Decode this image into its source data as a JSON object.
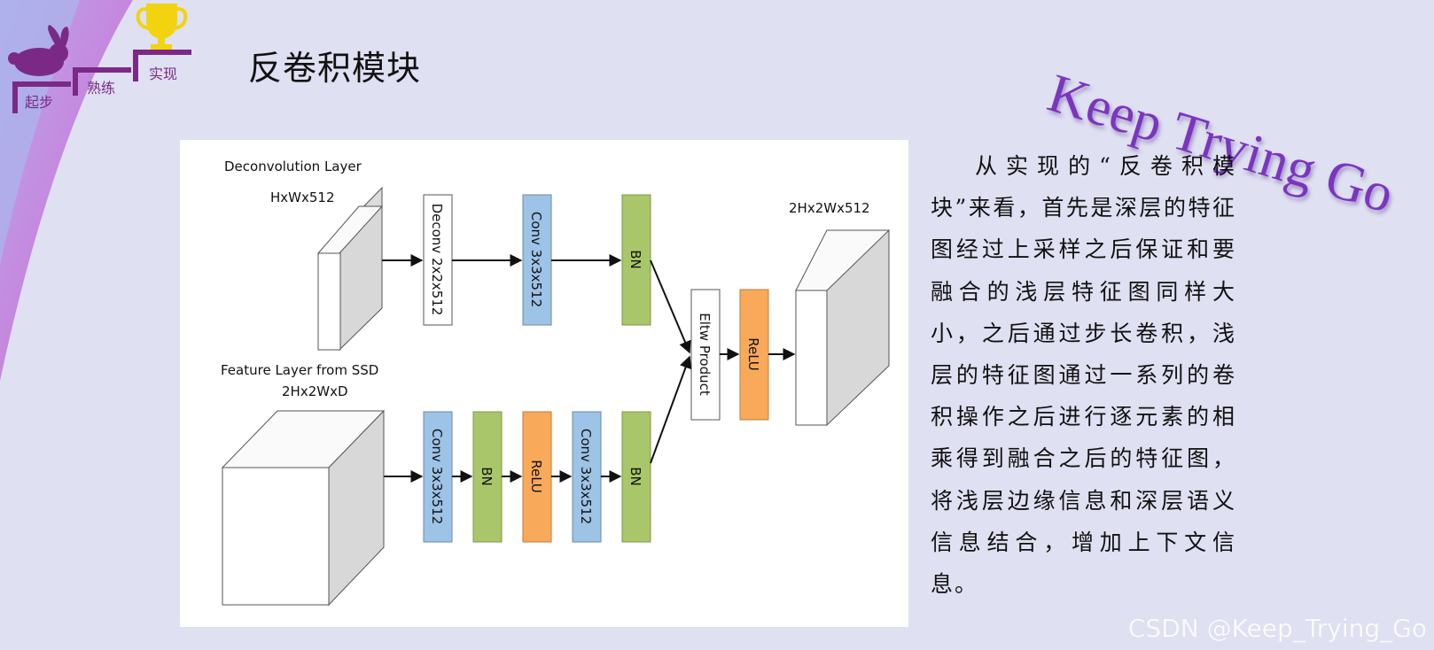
{
  "slide": {
    "title": "反卷积模块",
    "banner": "Keep Trying Go",
    "watermark": "CSDN @Keep_Trying_Go",
    "description": "从实现的“反卷积模块”来看，首先是深层的特征图经过上采样之后保证和要融合的浅层特征图同样大小，之后通过步长卷积，浅层的特征图通过一系列的卷积操作之后进行逐元素的相乘得到融合之后的特征图，将浅层边缘信息和深层语义信息结合，增加上下文信息。"
  },
  "logo": {
    "steps": [
      "起步",
      "熟练",
      "实现"
    ],
    "icons": [
      "rabbit-icon",
      "trophy-icon"
    ],
    "colors": {
      "step": "#7a2a86",
      "trophy": "#f2d30f",
      "rabbit": "#7a2a86"
    }
  },
  "diagram": {
    "deconv_title": "Deconvolution Layer",
    "deconv_size": "HxWx512",
    "feature_title": "Feature Layer from SSD",
    "feature_size": "2Hx2WxD",
    "output_size": "2Hx2Wx512",
    "top_blocks": [
      "Deconv 2x2x512",
      "Conv 3x3x512",
      "BN"
    ],
    "bottom_blocks": [
      "Conv 3x3x512",
      "BN",
      "ReLU",
      "Conv 3x3x512",
      "BN"
    ],
    "merge_blocks": [
      "Eltw Product",
      "ReLU"
    ],
    "colors": {
      "conv": "#9dc3e6",
      "bn": "#a9c66b",
      "relu": "#f8a95a",
      "plain": "#ffffff"
    }
  }
}
